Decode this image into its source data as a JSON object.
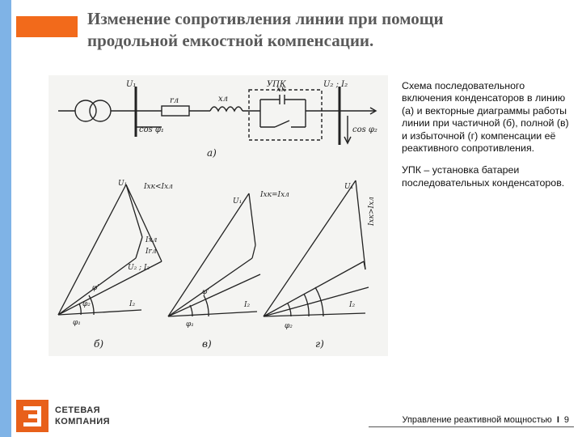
{
  "slide": {
    "title_line1": "Изменение сопротивления линии при помощи",
    "title_line2": "продольной емкостной компенсации.",
    "paragraph1": "Схема последовательного включения конденсаторов в линию (а) и векторные диаграммы работы линии при частичной (б), полной (в) и избыточной (г) компенсации её реактивного сопротивления.",
    "paragraph2": "УПК – установка батареи последовательных конденсаторов.",
    "footer_text": "Управление реактивной мощностью",
    "footer_sep": "I",
    "page_number": "9"
  },
  "logo": {
    "line1": "СЕТЕВАЯ",
    "line2": "КОМПАНИЯ",
    "color": "#e8601a"
  },
  "figure": {
    "labels": {
      "u1": "U₁",
      "u2": "U₂ ; I₂",
      "upk": "УПК",
      "ra": "rл",
      "xa": "xл",
      "xk": "xк",
      "cos1": "cos φ₁",
      "cos2": "cos φ₂",
      "a": "а)",
      "b": "б)",
      "v": "в)",
      "g": "г)",
      "b_ann": "Ixк<Ixл",
      "v_ann": "Ixк=Ixл",
      "g_ann": "Ixк>Ixл",
      "b_ixl": "Ixл",
      "b_irl": "Irл",
      "i2": "I₂",
      "phi1": "φ₁",
      "phi2": "φ₂",
      "phi_p": "φ'"
    },
    "accent_color": "#f26a1b",
    "bar_color": "#7fb3e6"
  }
}
